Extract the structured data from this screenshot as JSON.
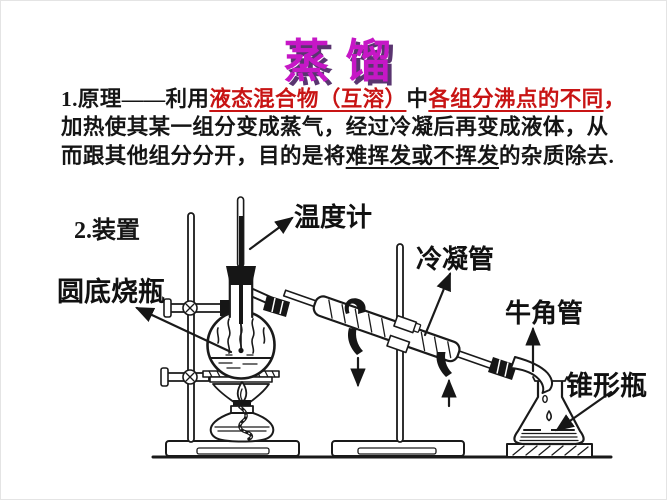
{
  "slide": {
    "title": "蒸馏"
  },
  "principle": {
    "line1": {
      "black1": "1.原理——利用",
      "red1": "液态混合物（互溶）",
      "black2": "中",
      "red2": "各组分沸点的不同",
      "red3": "，"
    },
    "line2": "加热使其某一组分变成蒸气，经过冷凝后再变成液体，从",
    "line3": {
      "black1": "而跟其他组分分开，目的是将",
      "underlined": "难挥发或不挥发",
      "black2": "的杂质除去."
    }
  },
  "apparatus": {
    "heading": "2.装置",
    "labels": {
      "thermometer": "温度计",
      "condenser": "冷凝管",
      "round_bottom_flask": "圆底烧瓶",
      "adapter": "牛角管",
      "conical_flask": "锥形瓶"
    }
  },
  "colors": {
    "title": "#c617c6",
    "title_shadow": "#5a3570",
    "highlight_red": "#c81414",
    "body_text": "#151515",
    "line_art": "#1a1a1a"
  }
}
